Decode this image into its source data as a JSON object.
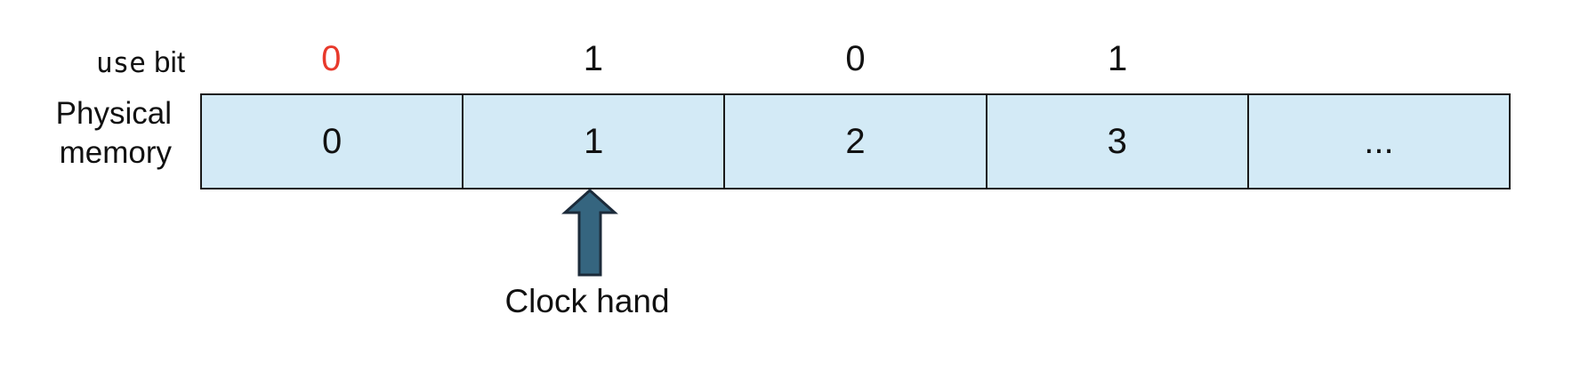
{
  "diagram": {
    "labels": {
      "use_bit_mono": "use",
      "use_bit_sans": " bit",
      "physical_memory_line1": "Physical",
      "physical_memory_line2": "memory",
      "clock_hand": "Clock hand"
    },
    "use_bits": [
      {
        "value": "0",
        "highlight": true
      },
      {
        "value": "1",
        "highlight": false
      },
      {
        "value": "0",
        "highlight": false
      },
      {
        "value": "1",
        "highlight": false
      }
    ],
    "memory_frames": [
      "0",
      "1",
      "2",
      "3",
      "..."
    ],
    "clock_hand_frame_index": 1,
    "colors": {
      "cell_fill": "#d3eaf6",
      "cell_border": "#1a1a1a",
      "text": "#111111",
      "use_bit_highlight": "#e8392b",
      "arrow_fill": "#35657f",
      "arrow_border": "#1c2b3a"
    }
  }
}
